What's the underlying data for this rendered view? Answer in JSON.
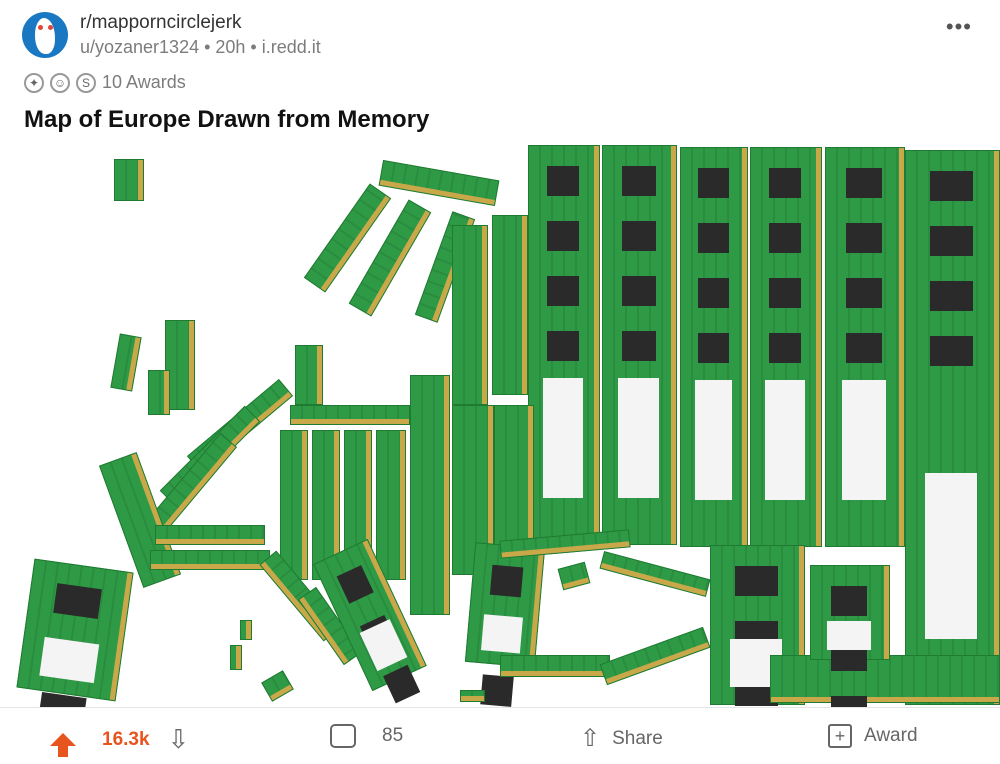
{
  "post": {
    "subreddit": "r/mapporncirclejerk",
    "meta": "u/yozaner1324 • 20h • i.redd.it",
    "more": "•••",
    "awards_label": "10 Awards",
    "award_icons": [
      "silver-award-icon",
      "wholesome-award-icon",
      "coin-award-icon"
    ],
    "title": "Map of Europe Drawn from Memory"
  },
  "actions": {
    "upvotes": "16.3k",
    "comments": "85",
    "share": "Share",
    "award": "Award",
    "upvote_color": "#e8541e"
  }
}
